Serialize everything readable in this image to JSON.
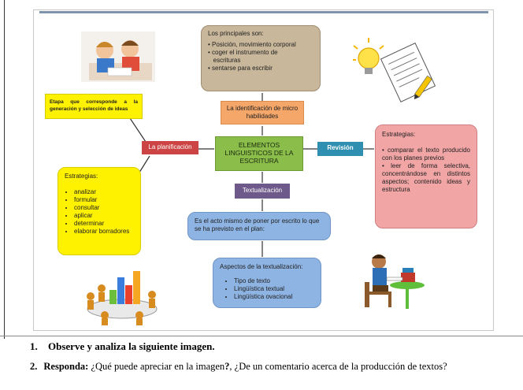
{
  "boxes": {
    "principales": {
      "title": "Los principales son:",
      "items": [
        "• Posición, movimiento corporal",
        "• coger el instrumento de",
        "   escrituras",
        "• sentarse para escribir"
      ]
    },
    "identificacion": "La identificación de micro habilidades",
    "center": "ELEMENTOS LINGUISTICOS DE LA ESCRITURA",
    "planificacion": "La planificación",
    "revision": "Revisión",
    "etapa": "Etapa que corresponde a la generación y selección de ideas",
    "estrategias_left": {
      "title": "Estrategias:",
      "items": [
        "analizar",
        "formular",
        "consultar",
        "aplicar",
        "determinar",
        "elaborar borradores"
      ]
    },
    "estrategias_right": {
      "title": "Estrategias:",
      "items": [
        "• comparar el texto producido con los planes previos",
        "• leer de forma selectiva, concentrándose en distintos aspectos; contenido ideas y estructura"
      ]
    },
    "textualizacion": "Textualización",
    "acto": "Es el acto mismo de poner por escrito lo que se ha previsto en el plan:",
    "aspectos": {
      "title": "Aspectos de la textualización:",
      "items": [
        "Tipo de texto",
        "Lingüística textual",
        "Lingüística ovacional"
      ]
    }
  },
  "questions": {
    "q1_num": "1.",
    "q1_text": "Observe y analiza la siguiente imagen.",
    "q2_num": "2.",
    "q2_bold": "Responda:",
    "q2_mid": " ¿Qué puede apreciar en la imagen",
    "q2_bold2": "?",
    "q2_rest": ", ¿De un comentario acerca de la producción de textos?"
  },
  "colors": {
    "tan": "#c8b79a",
    "orange": "#f5a76a",
    "green": "#8bbd4a",
    "red": "#cc4444",
    "teal": "#2e8fb0",
    "yellow": "#fff200",
    "pink": "#f2a5a5",
    "purple": "#6e5a8a",
    "blue": "#8eb4e3"
  }
}
